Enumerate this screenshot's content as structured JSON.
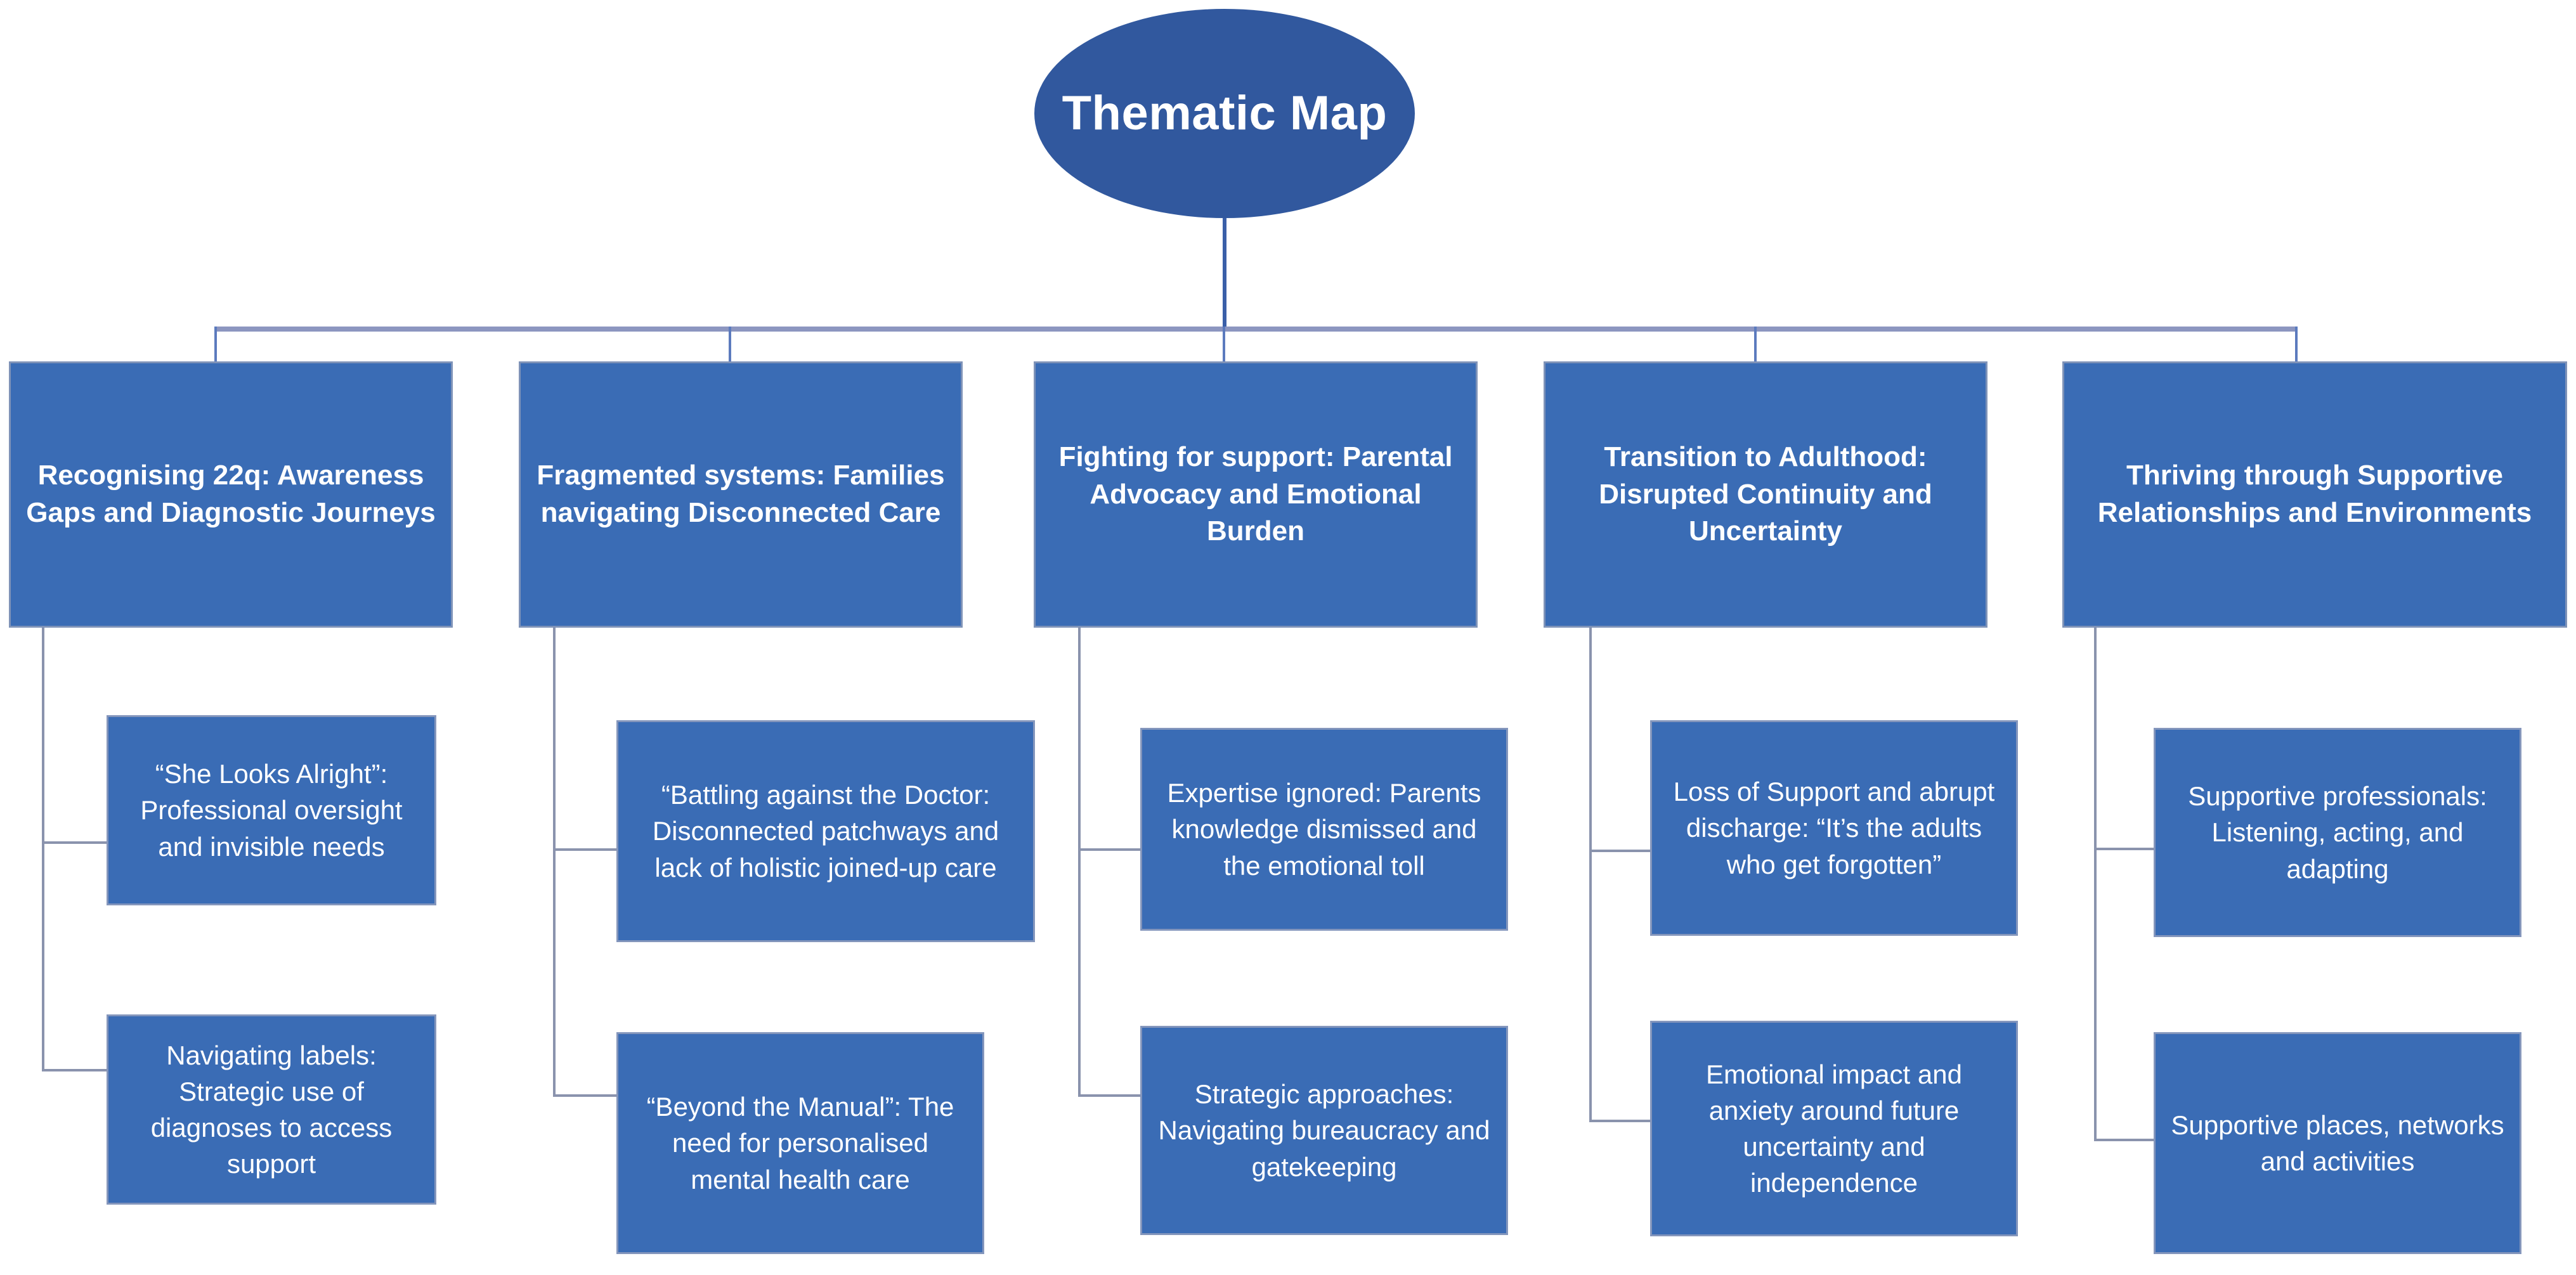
{
  "diagram": {
    "root": {
      "label": "Thematic Map"
    },
    "colors": {
      "box_fill": "#3A6CB5",
      "root_fill": "#31589E",
      "box_border": "#8496BC",
      "connector": "#8A93AD",
      "text": "#FFFFFF",
      "background": "#FFFFFF"
    },
    "themes": [
      {
        "id": "theme-1",
        "label": "Recognising 22q: Awareness Gaps and Diagnostic Journeys",
        "subthemes": [
          {
            "id": "subtheme-1-1",
            "label": "“She Looks Alright”: Professional oversight and invisible needs"
          },
          {
            "id": "subtheme-1-2",
            "label": "Navigating labels: Strategic use of diagnoses to access support"
          }
        ]
      },
      {
        "id": "theme-2",
        "label": "Fragmented systems: Families navigating Disconnected Care",
        "subthemes": [
          {
            "id": "subtheme-2-1",
            "label": "“Battling against the Doctor: Disconnected patchways and lack of holistic joined-up care"
          },
          {
            "id": "subtheme-2-2",
            "label": "“Beyond the Manual”: The need for personalised mental health care"
          }
        ]
      },
      {
        "id": "theme-3",
        "label": "Fighting for support: Parental Advocacy and Emotional Burden",
        "subthemes": [
          {
            "id": "subtheme-3-1",
            "label": "Expertise ignored: Parents knowledge dismissed and the emotional toll"
          },
          {
            "id": "subtheme-3-2",
            "label": "Strategic approaches: Navigating bureaucracy and gatekeeping"
          }
        ]
      },
      {
        "id": "theme-4",
        "label": "Transition to Adulthood: Disrupted Continuity and Uncertainty",
        "subthemes": [
          {
            "id": "subtheme-4-1",
            "label": "Loss of Support and abrupt discharge: “It’s the adults who get forgotten”"
          },
          {
            "id": "subtheme-4-2",
            "label": "Emotional impact and anxiety around future uncertainty and independence"
          }
        ]
      },
      {
        "id": "theme-5",
        "label": "Thriving through Supportive Relationships and Environments",
        "subthemes": [
          {
            "id": "subtheme-5-1",
            "label": "Supportive professionals: Listening, acting, and adapting"
          },
          {
            "id": "subtheme-5-2",
            "label": "Supportive places, networks and activities"
          }
        ]
      }
    ]
  }
}
